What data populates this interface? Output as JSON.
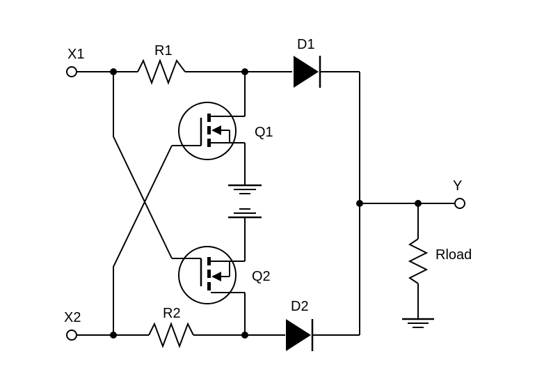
{
  "labels": {
    "x1": "X1",
    "x2": "X2",
    "r1": "R1",
    "r2": "R2",
    "d1": "D1",
    "d2": "D2",
    "q1": "Q1",
    "q2": "Q2",
    "y": "Y",
    "rload": "Rload"
  },
  "colors": {
    "ink": "#000000",
    "background": "#ffffff"
  }
}
